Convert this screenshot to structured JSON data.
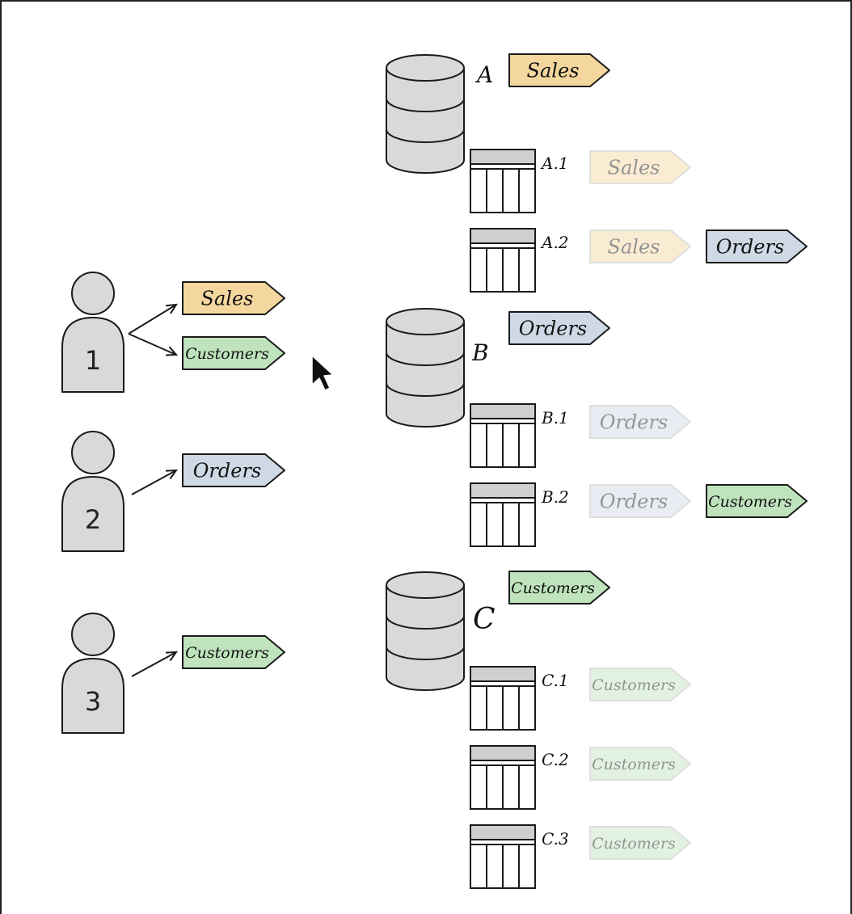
{
  "colors": {
    "sales": "#f3d79e",
    "orders": "#cfd9e6",
    "customers": "#bfe4bd",
    "person": "#d9d9d9",
    "db": "#d9d9d9",
    "table_header": "#cfcfcf",
    "stroke": "#1a1a1a"
  },
  "users": [
    {
      "number": "1",
      "tags": [
        "Sales",
        "Customers"
      ]
    },
    {
      "number": "2",
      "tags": [
        "Orders"
      ]
    },
    {
      "number": "3",
      "tags": [
        "Customers"
      ]
    }
  ],
  "databases": [
    {
      "label": "A",
      "tag": "Sales",
      "tables": [
        {
          "label": "A.1",
          "inherited": [
            "Sales"
          ],
          "own": []
        },
        {
          "label": "A.2",
          "inherited": [
            "Sales"
          ],
          "own": [
            "Orders"
          ]
        }
      ]
    },
    {
      "label": "B",
      "tag": "Orders",
      "tables": [
        {
          "label": "B.1",
          "inherited": [
            "Orders"
          ],
          "own": []
        },
        {
          "label": "B.2",
          "inherited": [
            "Orders"
          ],
          "own": [
            "Customers"
          ]
        }
      ]
    },
    {
      "label": "C",
      "tag": "Customers",
      "tables": [
        {
          "label": "C.1",
          "inherited": [
            "Customers"
          ],
          "own": []
        },
        {
          "label": "C.2",
          "inherited": [
            "Customers"
          ],
          "own": []
        },
        {
          "label": "C.3",
          "inherited": [
            "Customers"
          ],
          "own": []
        }
      ]
    }
  ]
}
